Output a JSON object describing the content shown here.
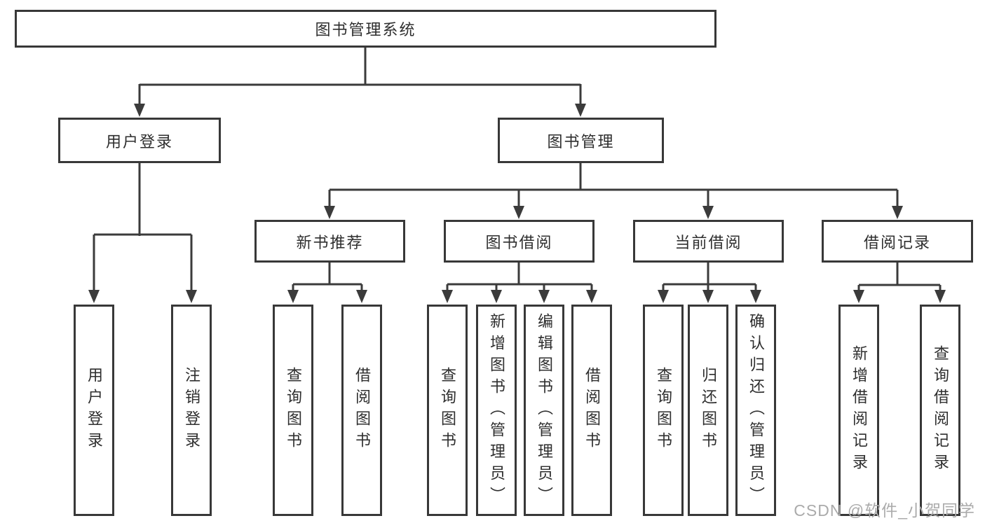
{
  "diagram": {
    "root": {
      "label": "图书管理系统"
    },
    "level2": [
      {
        "label": "用户登录"
      },
      {
        "label": "图书管理"
      }
    ],
    "level3": [
      {
        "label": "新书推荐"
      },
      {
        "label": "图书借阅"
      },
      {
        "label": "当前借阅"
      },
      {
        "label": "借阅记录"
      }
    ],
    "leaves": [
      {
        "label": "用户登录"
      },
      {
        "label": "注销登录"
      },
      {
        "label": "查询图书"
      },
      {
        "label": "借阅图书"
      },
      {
        "label": "查询图书"
      },
      {
        "label": "新增图书（管理员）"
      },
      {
        "label": "编辑图书（管理员）"
      },
      {
        "label": "借阅图书"
      },
      {
        "label": "查询图书"
      },
      {
        "label": "归还图书"
      },
      {
        "label": "确认归还（管理员）"
      },
      {
        "label": "新增借阅记录"
      },
      {
        "label": "查询借阅记录"
      }
    ]
  },
  "colors": {
    "border": "#383838",
    "line": "#3b3b3b",
    "text": "#2e2e2e",
    "bg": "#ffffff",
    "watermark": "#ababab"
  },
  "watermark": {
    "text": "CSDN @软件_小贺同学"
  }
}
